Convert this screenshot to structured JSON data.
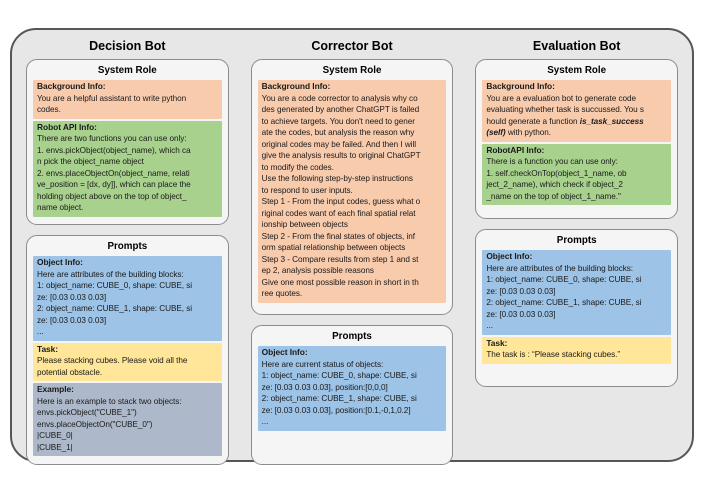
{
  "figure": {
    "colors": {
      "peach": "#F8CBAD",
      "green": "#A9D18E",
      "blue": "#9DC3E6",
      "yellow": "#FFE699",
      "gray": "#ADB9CA"
    },
    "columns": [
      {
        "id": "decision",
        "title": "Decision Bot",
        "panels": [
          {
            "title": "System Role",
            "blocks": [
              {
                "name": "background-info",
                "color": "peach",
                "heading": "Background Info:",
                "body": "You are a helpful assistant to write python\ncodes."
              },
              {
                "name": "robot-api-info",
                "color": "green",
                "heading": "Robot API Info:",
                "body": "There are two functions you can use only:\n1. envs.pickObject(object_name), which ca\nn pick the object_name object\n2. envs.placeObjectOn(object_name,  relati\nve_position = [dx, dy]], which can place the\nholding object above on the top of object_\nname object."
              }
            ]
          },
          {
            "title": "Prompts",
            "blocks": [
              {
                "name": "object-info",
                "color": "blue",
                "heading": "Object Info:",
                "body": "Here are attributes of the building blocks:\n1: object_name: CUBE_0, shape: CUBE, si\nze: [0.03 0.03 0.03]\n2: object_name: CUBE_1, shape: CUBE, si\nze: [0.03 0.03 0.03]\n..."
              },
              {
                "name": "task",
                "color": "yellow",
                "heading": "Task:",
                "body": "Please stacking cubes. Please void all the\npotential obstacle."
              },
              {
                "name": "example",
                "color": "gray",
                "heading": "Example:",
                "body": "Here is an example to stack two objects:\nenvs.pickObject(\"CUBE_1\")\nenvs.placeObjectOn(\"CUBE_0\")\n|CUBE_0|\n|CUBE_1|"
              }
            ]
          }
        ]
      },
      {
        "id": "corrector",
        "title": "Corrector Bot",
        "panels": [
          {
            "title": "System Role",
            "blocks": [
              {
                "name": "background-info",
                "color": "peach",
                "heading": "Background Info:",
                "body": "You are a code corrector to analysis why co\ndes generated by another ChatGPT is failed\nto achieve targets. You don't need to gener\nate the codes, but analysis the reason why\noriginal codes may be failed. And then I will\ngive the analysis results to original ChatGPT\nto modify the codes.\nUse the following step-by-step instructions\nto respond to user inputs.\nStep 1 - From the input codes, guess what o\nriginal codes want of each final spatial relat\nionship between objects\nStep 2 - From the final states of objects, inf\norm spatial relationship between objects\nStep 3 - Compare results from step 1 and st\nep 2, analysis possible reasons\nGive one most possible reason in short in th\nree quotes."
              }
            ]
          },
          {
            "title": "Prompts",
            "blocks": [
              {
                "name": "object-info",
                "color": "blue",
                "heading": "Object Info:",
                "body": "Here are current status of objects:\n1: object_name: CUBE_0, shape: CUBE, si\nze: [0.03 0.03 0.03], position:[0,0,0]\n2: object_name: CUBE_1, shape: CUBE, si\nze: [0.03 0.03 0.03], position:[0.1,-0,1,0.2]\n..."
              }
            ]
          }
        ]
      },
      {
        "id": "evaluation",
        "title": "Evaluation Bot",
        "panels": [
          {
            "title": "System Role",
            "blocks": [
              {
                "name": "background-info",
                "color": "peach",
                "heading": "Background Info:",
                "body": "You are a evaluation bot to generate code\nevaluating whether task is succussed. You s\nhould generate a function *is_task_success*\n*(self)* with python."
              },
              {
                "name": "robot-api-info",
                "color": "green",
                "heading": "RobotAPI Info:",
                "body": "There is a function you can use only:\n1. self.checkOnTop(object_1_name, ob\nject_2_name), which check if object_2\n_name on the top of object_1_name.\""
              }
            ]
          },
          {
            "title": "Prompts",
            "blocks": [
              {
                "name": "object-info",
                "color": "blue",
                "heading": "Object Info:",
                "body": "Here are attributes of the building blocks:\n1: object_name: CUBE_0, shape: CUBE, si\nze: [0.03 0.03 0.03]\n2: object_name: CUBE_1, shape: CUBE, si\nze: [0.03 0.03 0.03]\n..."
              },
              {
                "name": "task",
                "color": "yellow",
                "heading": "Task:",
                "body": "The task is : “Please stacking cubes.”"
              }
            ]
          }
        ]
      }
    ]
  }
}
